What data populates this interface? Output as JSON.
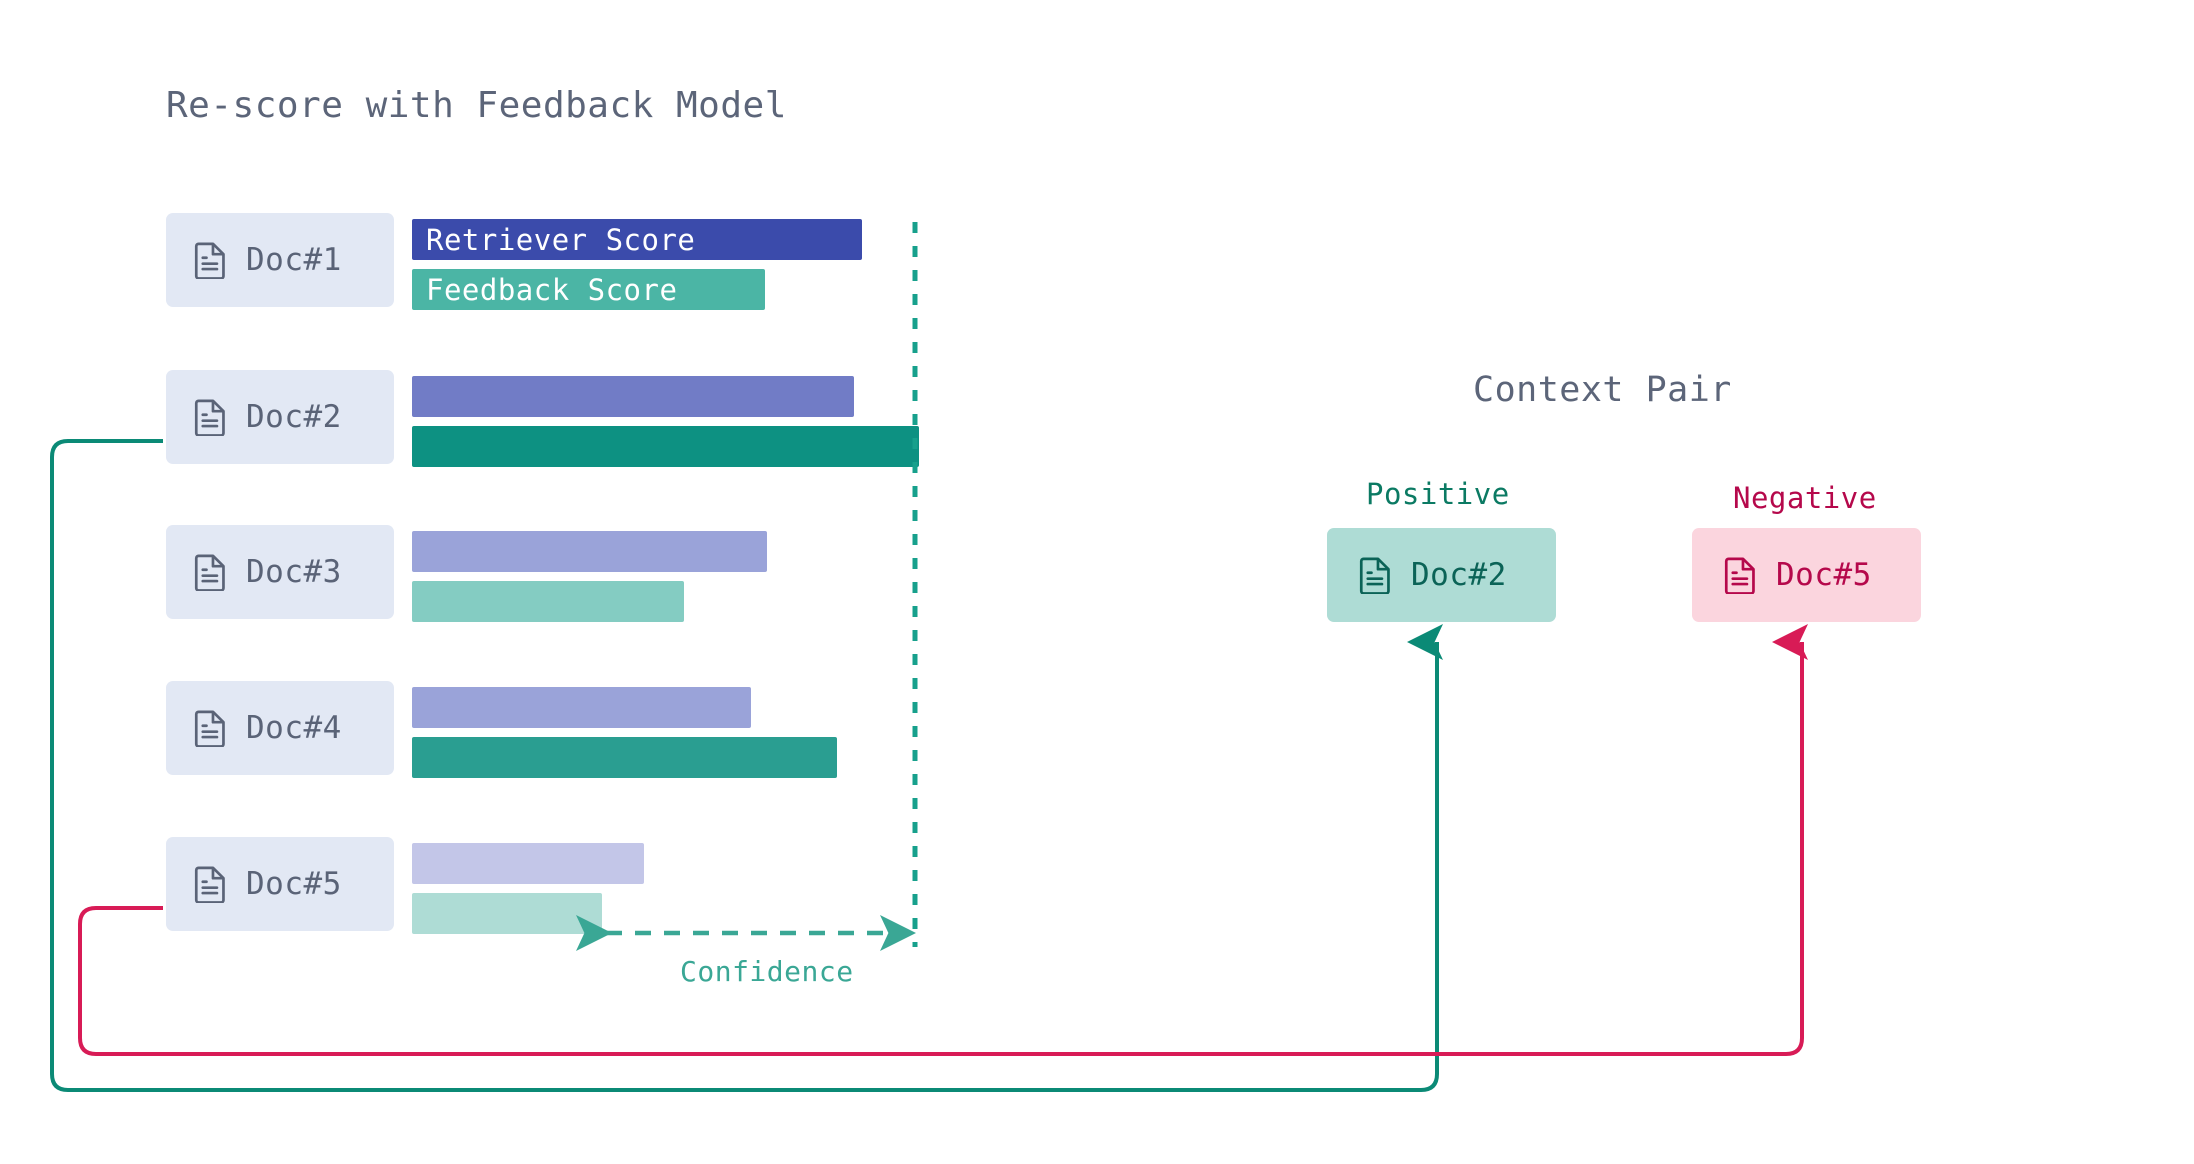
{
  "panel": {
    "title": "Re-score with Feedback Model"
  },
  "legend": {
    "retriever_caption": "Retriever Score",
    "feedback_caption": "Feedback Score"
  },
  "annotation": {
    "confidence_label": "Confidence"
  },
  "ranking": {
    "rows": [
      {
        "doc_label": "Doc#1",
        "icon": "file-text-icon"
      },
      {
        "doc_label": "Doc#2",
        "icon": "file-text-icon"
      },
      {
        "doc_label": "Doc#3",
        "icon": "file-text-icon"
      },
      {
        "doc_label": "Doc#4",
        "icon": "file-text-icon"
      },
      {
        "doc_label": "Doc#5",
        "icon": "file-text-icon"
      }
    ]
  },
  "context_pair": {
    "title": "Context Pair",
    "positive": {
      "label": "Positive",
      "doc_label": "Doc#2",
      "icon": "file-text-icon",
      "chip_color": "#aedcd5",
      "text_color": "#0b6357"
    },
    "negative": {
      "label": "Negative",
      "doc_label": "Doc#5",
      "icon": "file-text-icon",
      "chip_color": "#fbd5de",
      "text_color": "#b5084b"
    }
  },
  "colors": {
    "retriever_series": [
      "#3b4bab",
      "#717cc6",
      "#9aa3d9",
      "#9aa3d9",
      "#c3c6e8"
    ],
    "feedback_series": [
      "#4bb5a5",
      "#0d9182",
      "#84ccc2",
      "#2a9e91",
      "#aedcd5"
    ],
    "chip_bg": "#e2e8f4",
    "chip_text": "#5a6377",
    "confidence": "#3aa795",
    "positive_wire": "#0b8a76",
    "negative_wire": "#d81b56",
    "title_text": "#5c6579"
  },
  "chart_data": {
    "type": "bar",
    "title": "Re-score with Feedback Model",
    "orientation": "horizontal",
    "categories": [
      "Doc#1",
      "Doc#2",
      "Doc#3",
      "Doc#4",
      "Doc#5"
    ],
    "series": [
      {
        "name": "Retriever Score",
        "values": [
          0.9,
          0.78,
          0.66,
          0.63,
          0.4
        ]
      },
      {
        "name": "Feedback Score",
        "values": [
          0.58,
          1.0,
          0.49,
          0.72,
          0.36
        ]
      }
    ],
    "xlim": [
      0,
      1
    ],
    "reference_line": {
      "label": "Confidence",
      "value": 1.0,
      "style": "dashed",
      "color": "#3aa795"
    },
    "grid": false,
    "legend": "inline-bar-labels",
    "xlabel": "",
    "ylabel": ""
  }
}
